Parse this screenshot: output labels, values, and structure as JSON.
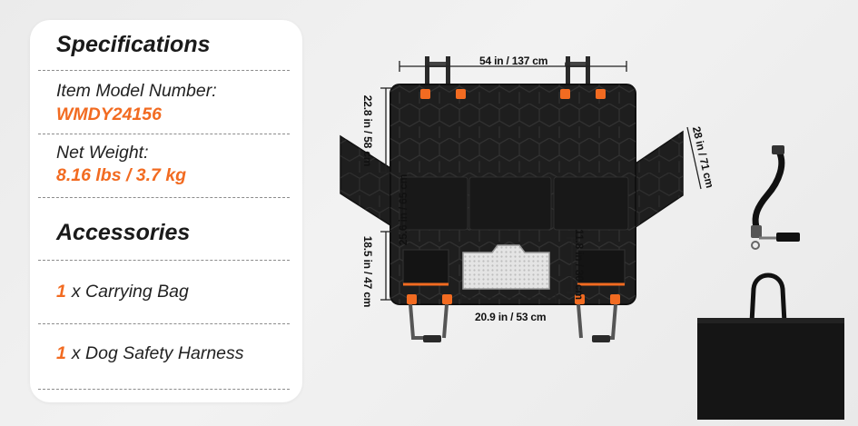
{
  "specs": {
    "heading": "Specifications",
    "model_label": "Item Model Number:",
    "model_value": "WMDY24156",
    "weight_label": "Net Weight:",
    "weight_value": "8.16 lbs / 3.7 kg"
  },
  "accessories": {
    "heading": "Accessories",
    "items": [
      {
        "qty": "1",
        "name": "x Carrying Bag"
      },
      {
        "qty": "1",
        "name": "x Dog Safety Harness"
      }
    ]
  },
  "dimensions": {
    "width_top": "54 in / 137 cm",
    "height_back": "22.8 in / 58 cm",
    "side_flap": "28 in / 71 cm",
    "seat_depth": "25.6 in / 65 cm",
    "bottom_left": "18.5 in / 47 cm",
    "window_height": "11.8 in / 30 cm",
    "window_width": "20.9 in / 53 cm"
  },
  "colors": {
    "accent": "#f26b21",
    "mat": "#1e1e1e",
    "text": "#222222"
  }
}
